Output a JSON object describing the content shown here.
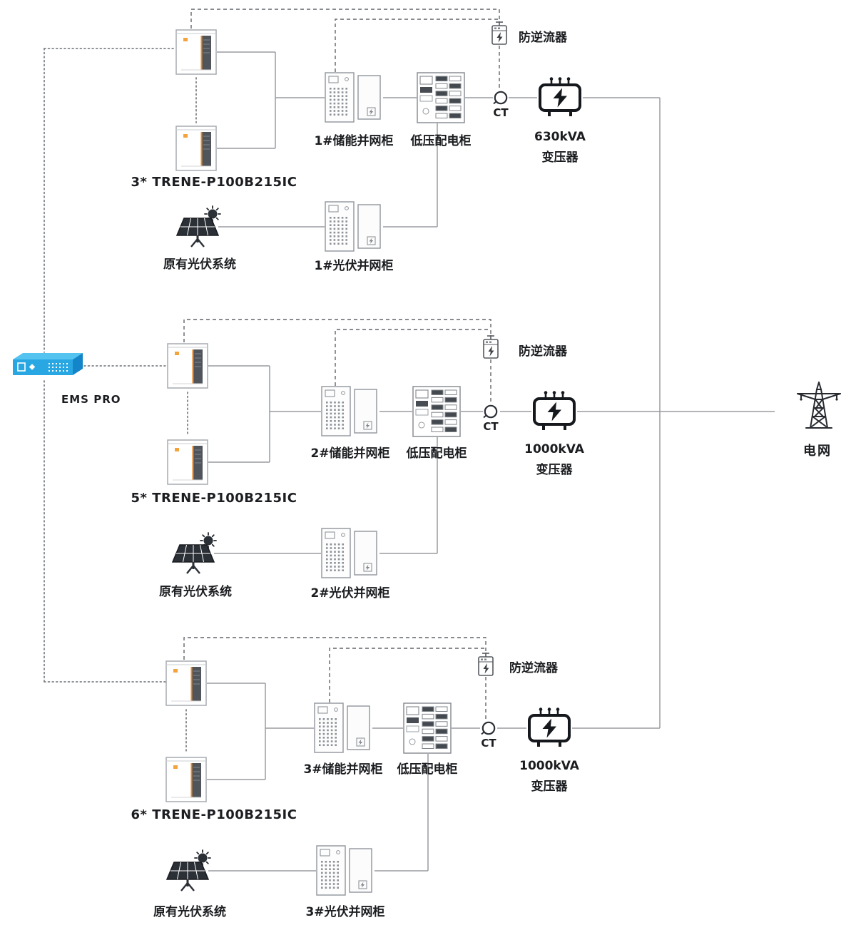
{
  "ems": {
    "label": "EMS PRO"
  },
  "grid": {
    "label": "电网"
  },
  "colors": {
    "ems_blue": "#29a7e2",
    "line_gray": "#989ca1",
    "dark_text": "#1b1d20",
    "accent_orange": "#f2a33c"
  },
  "sections": [
    {
      "battery_count_label": "3* TRENE-P100B215IC",
      "storage_cabinet": "1#储能并网柜",
      "lv_cabinet": "低压配电柜",
      "anti_backflow": "防逆流器",
      "ct": "CT",
      "transformer_capacity": "630kVA",
      "transformer_name": "变压器",
      "pv_system": "原有光伏系统",
      "pv_cabinet": "1#光伏并网柜"
    },
    {
      "battery_count_label": "5* TRENE-P100B215IC",
      "storage_cabinet": "2#储能并网柜",
      "lv_cabinet": "低压配电柜",
      "anti_backflow": "防逆流器",
      "ct": "CT",
      "transformer_capacity": "1000kVA",
      "transformer_name": "变压器",
      "pv_system": "原有光伏系统",
      "pv_cabinet": "2#光伏并网柜"
    },
    {
      "battery_count_label": "6* TRENE-P100B215IC",
      "storage_cabinet": "3#储能并网柜",
      "lv_cabinet": "低压配电柜",
      "anti_backflow": "防逆流器",
      "ct": "CT",
      "transformer_capacity": "1000kVA",
      "transformer_name": "变压器",
      "pv_system": "原有光伏系统",
      "pv_cabinet": "3#光伏并网柜"
    }
  ]
}
